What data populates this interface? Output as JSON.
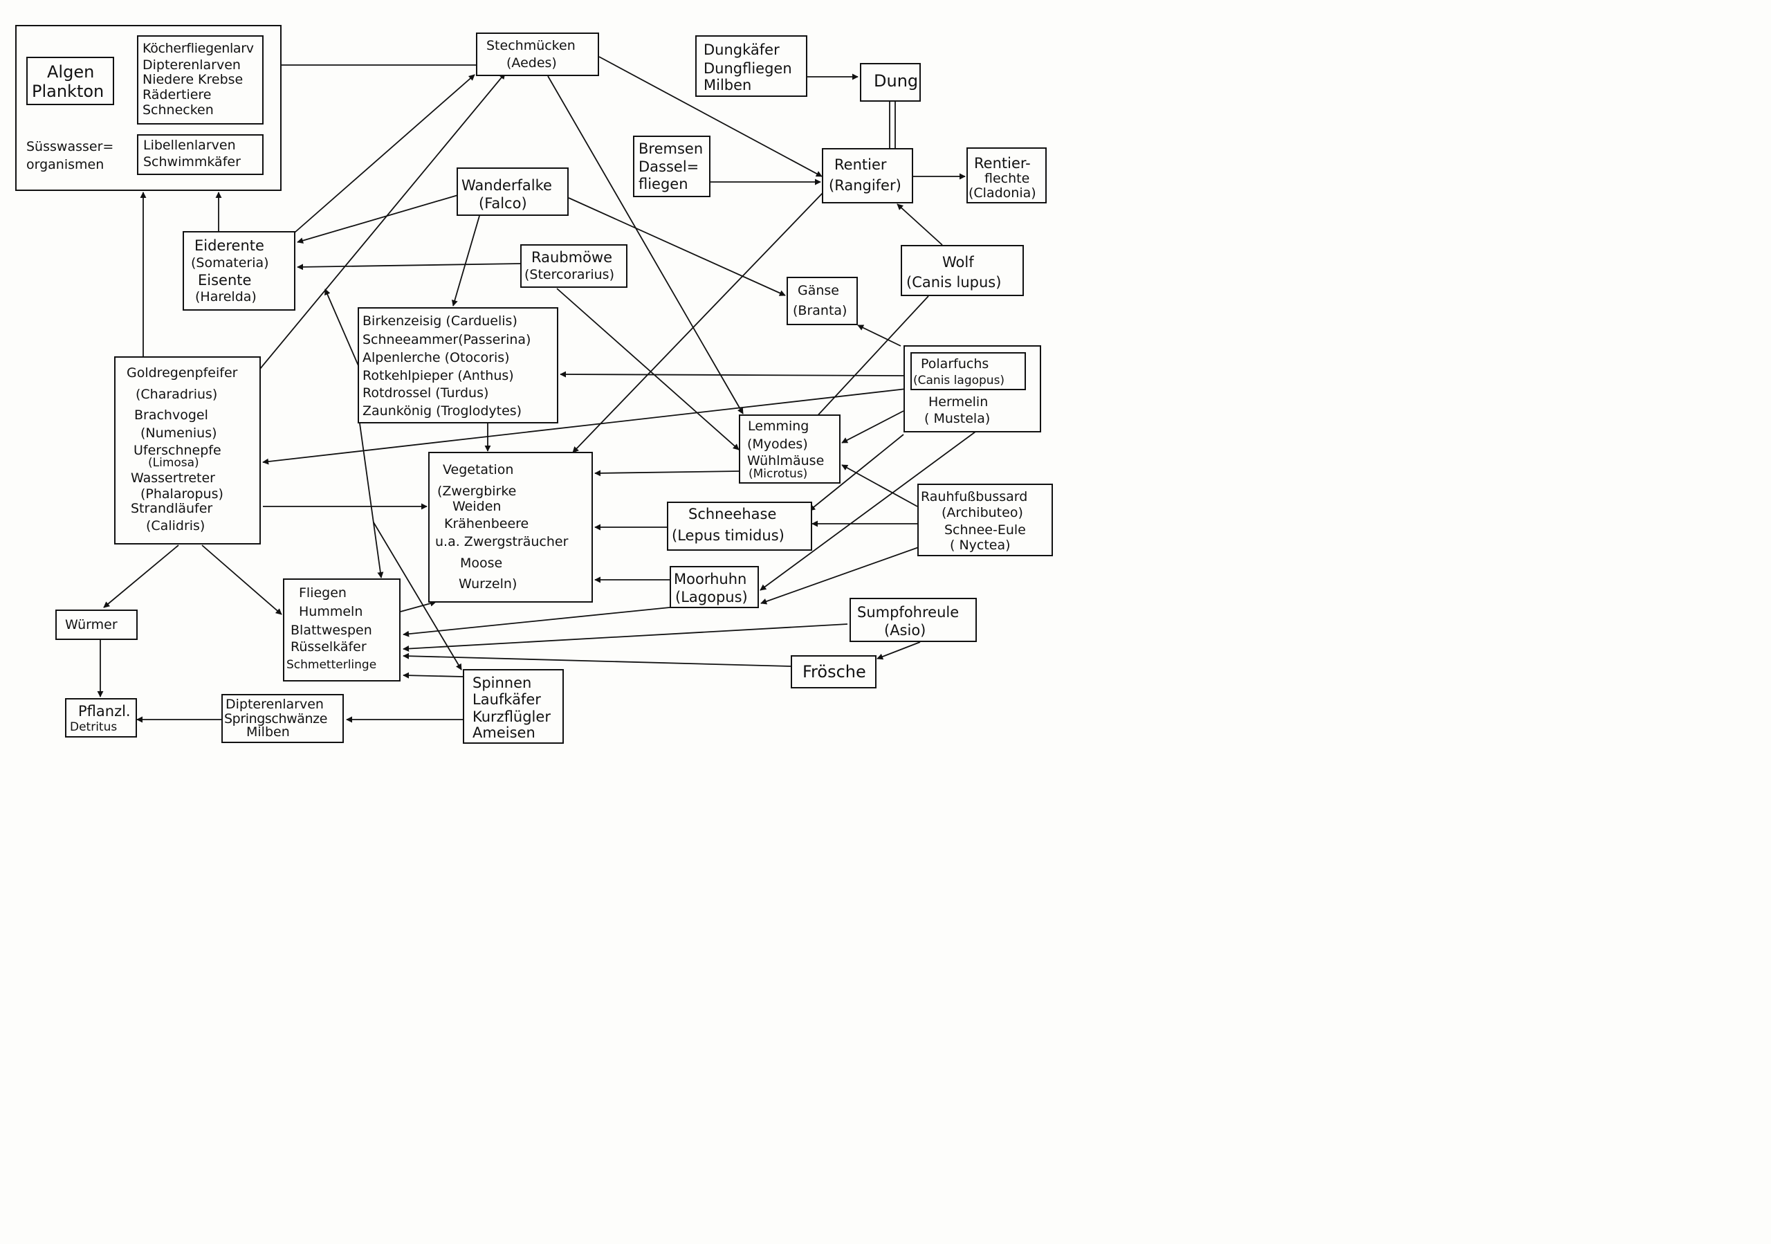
{
  "nodes": {
    "algen": [
      "Algen",
      "Plankton"
    ],
    "koecher": [
      "Köcherfliegenlarv",
      "Dipterenlarven",
      "Niedere Krebse",
      "Rädertiere",
      "Schnecken"
    ],
    "suesswasser": [
      "Süsswasser=",
      "organismen"
    ],
    "libellen": [
      "Libellenlarven",
      "Schwimmkäfer"
    ],
    "stechmuecken": [
      "Stechmücken",
      "(Aedes)"
    ],
    "dungkaefer": [
      "Dungkäfer",
      "Dungfliegen",
      "Milben"
    ],
    "dung": [
      "Dung"
    ],
    "bremsen": [
      "Bremsen",
      "Dassel=",
      "fliegen"
    ],
    "rentier": [
      "Rentier",
      "(Rangifer)"
    ],
    "rentierflechte": [
      "Rentier-",
      "flechte",
      "(Cladonia)"
    ],
    "wanderfalke": [
      "Wanderfalke",
      "(Falco)"
    ],
    "eiderente": [
      "Eiderente",
      "(Somateria)",
      "Eisente",
      "(Harelda)"
    ],
    "raubmoewe": [
      "Raubmöwe",
      "(Stercorarius)"
    ],
    "gaense": [
      "Gänse",
      "(Branta)"
    ],
    "wolf": [
      "Wolf",
      "(Canis lupus)"
    ],
    "birkenzeisig": [
      "Birkenzeisig (Carduelis)",
      "Schneeammer(Passerina)",
      "Alpenlerche (Otocoris)",
      "Rotkehlpieper (Anthus)",
      "Rotdrossel (Turdus)",
      "Zaunkönig (Troglodytes)"
    ],
    "goldregenpfeifer": [
      "Goldregenpfeifer",
      "(Charadrius)",
      "Brachvogel",
      "(Numenius)",
      "Uferschnepfe",
      "(Limosa)",
      "Wassertreter",
      "(Phalaropus)",
      "Strandläufer",
      "(Calidris)"
    ],
    "polarfuchs": [
      "Polarfuchs",
      "(Canis lagopus)"
    ],
    "hermelin": [
      "Hermelin",
      "( Mustela)"
    ],
    "lemming": [
      "Lemming",
      "(Myodes)",
      "Wühlmäuse",
      "(Microtus)"
    ],
    "vegetation": [
      "Vegetation",
      "(Zwergbirke",
      "Weiden",
      "Krähenbeere",
      "u.a. Zwergsträucher",
      "Moose",
      "Wurzeln)"
    ],
    "schneehase": [
      "Schneehase",
      "(Lepus timidus)"
    ],
    "rauhfuss": [
      "Rauhfußbussard",
      "(Archibuteo)",
      "Schnee-Eule",
      "( Nyctea)"
    ],
    "moorhuhn": [
      "Moorhuhn",
      "(Lagopus)"
    ],
    "wuermer": [
      "Würmer"
    ],
    "fliegen": [
      "Fliegen",
      "Hummeln",
      "Blattwespen",
      "Rüsselkäfer",
      "Schmetterlinge"
    ],
    "sumpfohreule": [
      "Sumpfohreule",
      "(Asio)"
    ],
    "froesche": [
      "Frösche"
    ],
    "spinnen": [
      "Spinnen",
      "Laufkäfer",
      "Kurzflügler",
      "Ameisen"
    ],
    "pflanzl": [
      "Pflanzl.",
      "Detritus"
    ],
    "dipterenlarven2": [
      "Dipterenlarven",
      "Springschwänze",
      "Milben"
    ]
  }
}
